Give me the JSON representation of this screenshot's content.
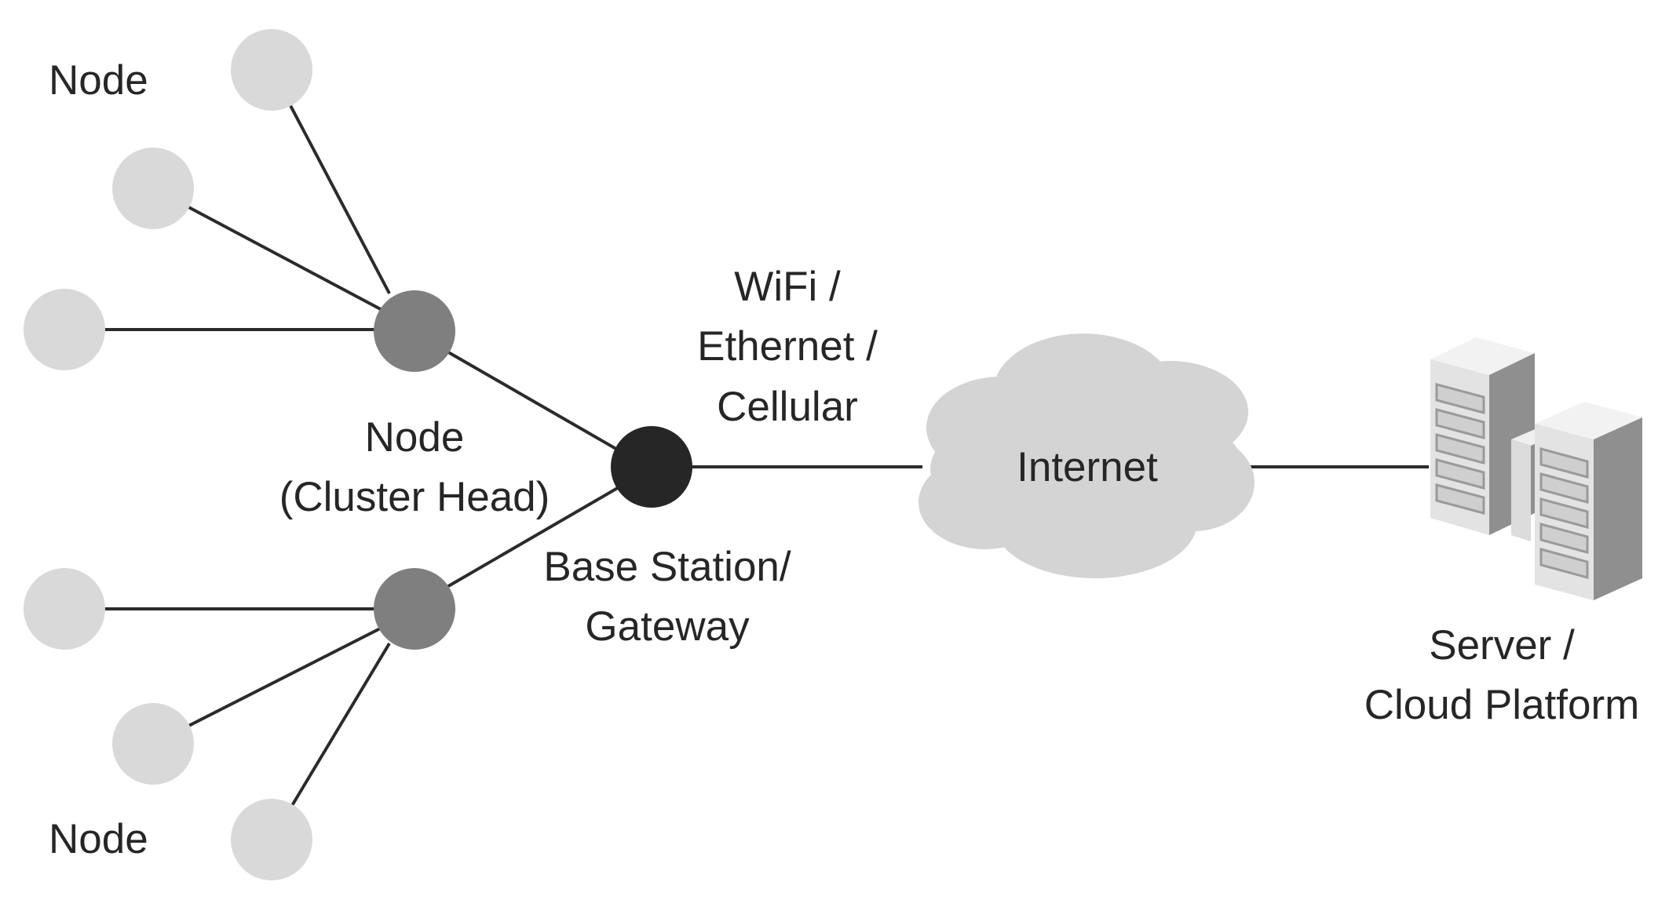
{
  "labels": {
    "node_top": "Node",
    "node_bottom": "Node",
    "cluster_head_line1": "Node",
    "cluster_head_line2": "(Cluster Head)",
    "link_line1": "WiFi /",
    "link_line2": "Ethernet /",
    "link_line3": "Cellular",
    "gateway_line1": "Base Station/",
    "gateway_line2": "Gateway",
    "internet": "Internet",
    "server_line1": "Server /",
    "server_line2": "Cloud Platform"
  },
  "colors": {
    "leaf_node": "#d9d9d9",
    "cluster_head": "#7f7f7f",
    "gateway": "#262626",
    "cloud": "#d4d4d4",
    "link": "#2b2b2b"
  },
  "icons": {
    "cloud": "cloud-icon",
    "server": "server-rack-icon"
  }
}
